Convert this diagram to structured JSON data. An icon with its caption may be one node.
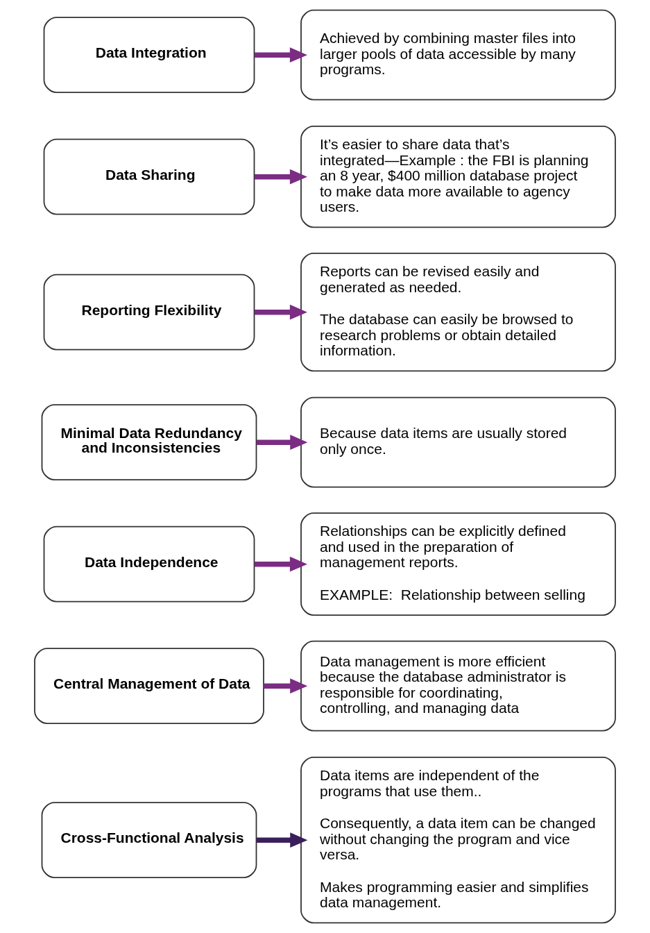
{
  "diagram": {
    "nodes": [
      {
        "text": [
          "Data Integration"
        ]
      },
      {
        "text": [
          "Achieved by combining master files into larger pools of data accessible by many programs."
        ]
      },
      {
        "text": [
          "Data Sharing"
        ]
      },
      {
        "text": [
          "It’s easier to share data that’s integrated—Example : the FBI is planning an 8 year, $400 million database project to make data more available to agency users."
        ]
      },
      {
        "text": [
          "Reporting Flexibility"
        ]
      },
      {
        "text": [
          "Reports can be revised easily and generated as needed.",
          "The database can easily be browsed to research problems or obtain detailed information."
        ]
      },
      {
        "text": [
          "Minimal Data Redundancy and Inconsistencies"
        ]
      },
      {
        "text": [
          "Because data items are usually stored only once."
        ]
      },
      {
        "text": [
          "Data Independence"
        ]
      },
      {
        "text": [
          "Relationships can be explicitly defined and used in the preparation of management reports.",
          "EXAMPLE:  Relationship between selling"
        ]
      },
      {
        "text": [
          "Central Management of Data"
        ]
      },
      {
        "text": [
          "Data management is more efficient because the database administrator is responsible for coordinating, controlling, and managing data"
        ]
      },
      {
        "text": [
          "Cross-Functional Analysis"
        ]
      },
      {
        "text": [
          "Data items are independent of the programs that use them..",
          "Consequently, a data item can be changed without changing the program and vice versa.",
          "Makes programming easier and simplifies data management."
        ]
      }
    ],
    "edges": [
      {
        "from": 0,
        "to": 1,
        "arrow": "to"
      },
      {
        "from": 2,
        "to": 3,
        "arrow": "to"
      },
      {
        "from": 4,
        "to": 5,
        "arrow": "to"
      },
      {
        "from": 6,
        "to": 7,
        "arrow": "to"
      },
      {
        "from": 8,
        "to": 9,
        "arrow": "to"
      },
      {
        "from": 10,
        "to": 11,
        "arrow": "to"
      },
      {
        "from": 12,
        "to": 13,
        "arrow": "to",
        "color": "#3b1f5c"
      }
    ]
  }
}
